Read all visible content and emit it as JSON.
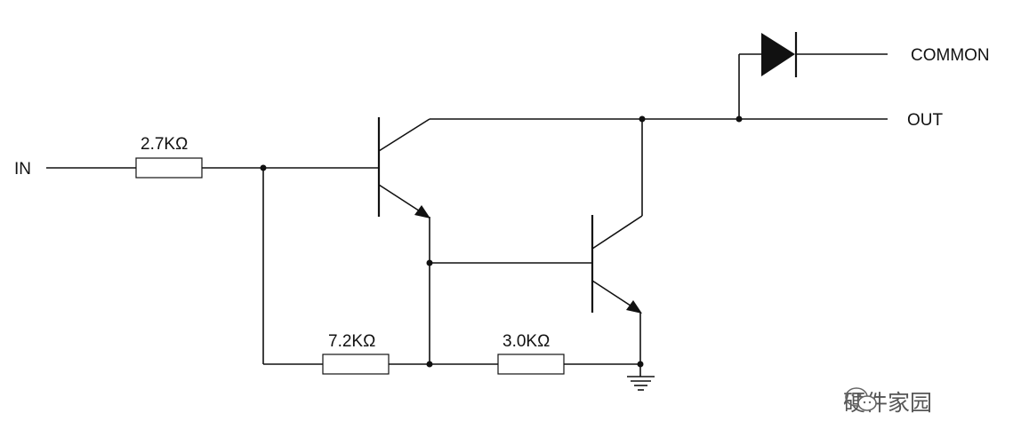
{
  "labels": {
    "input": "IN",
    "common": "COMMON",
    "output": "OUT"
  },
  "resistors": {
    "r_in": "2.7KΩ",
    "r_mid": "7.2KΩ",
    "r_low": "3.0KΩ"
  },
  "watermark": {
    "text": "硬件家园",
    "icon": "wechat-icon"
  },
  "colors": {
    "line": "#111111",
    "background": "#ffffff",
    "watermark": "#555555"
  }
}
